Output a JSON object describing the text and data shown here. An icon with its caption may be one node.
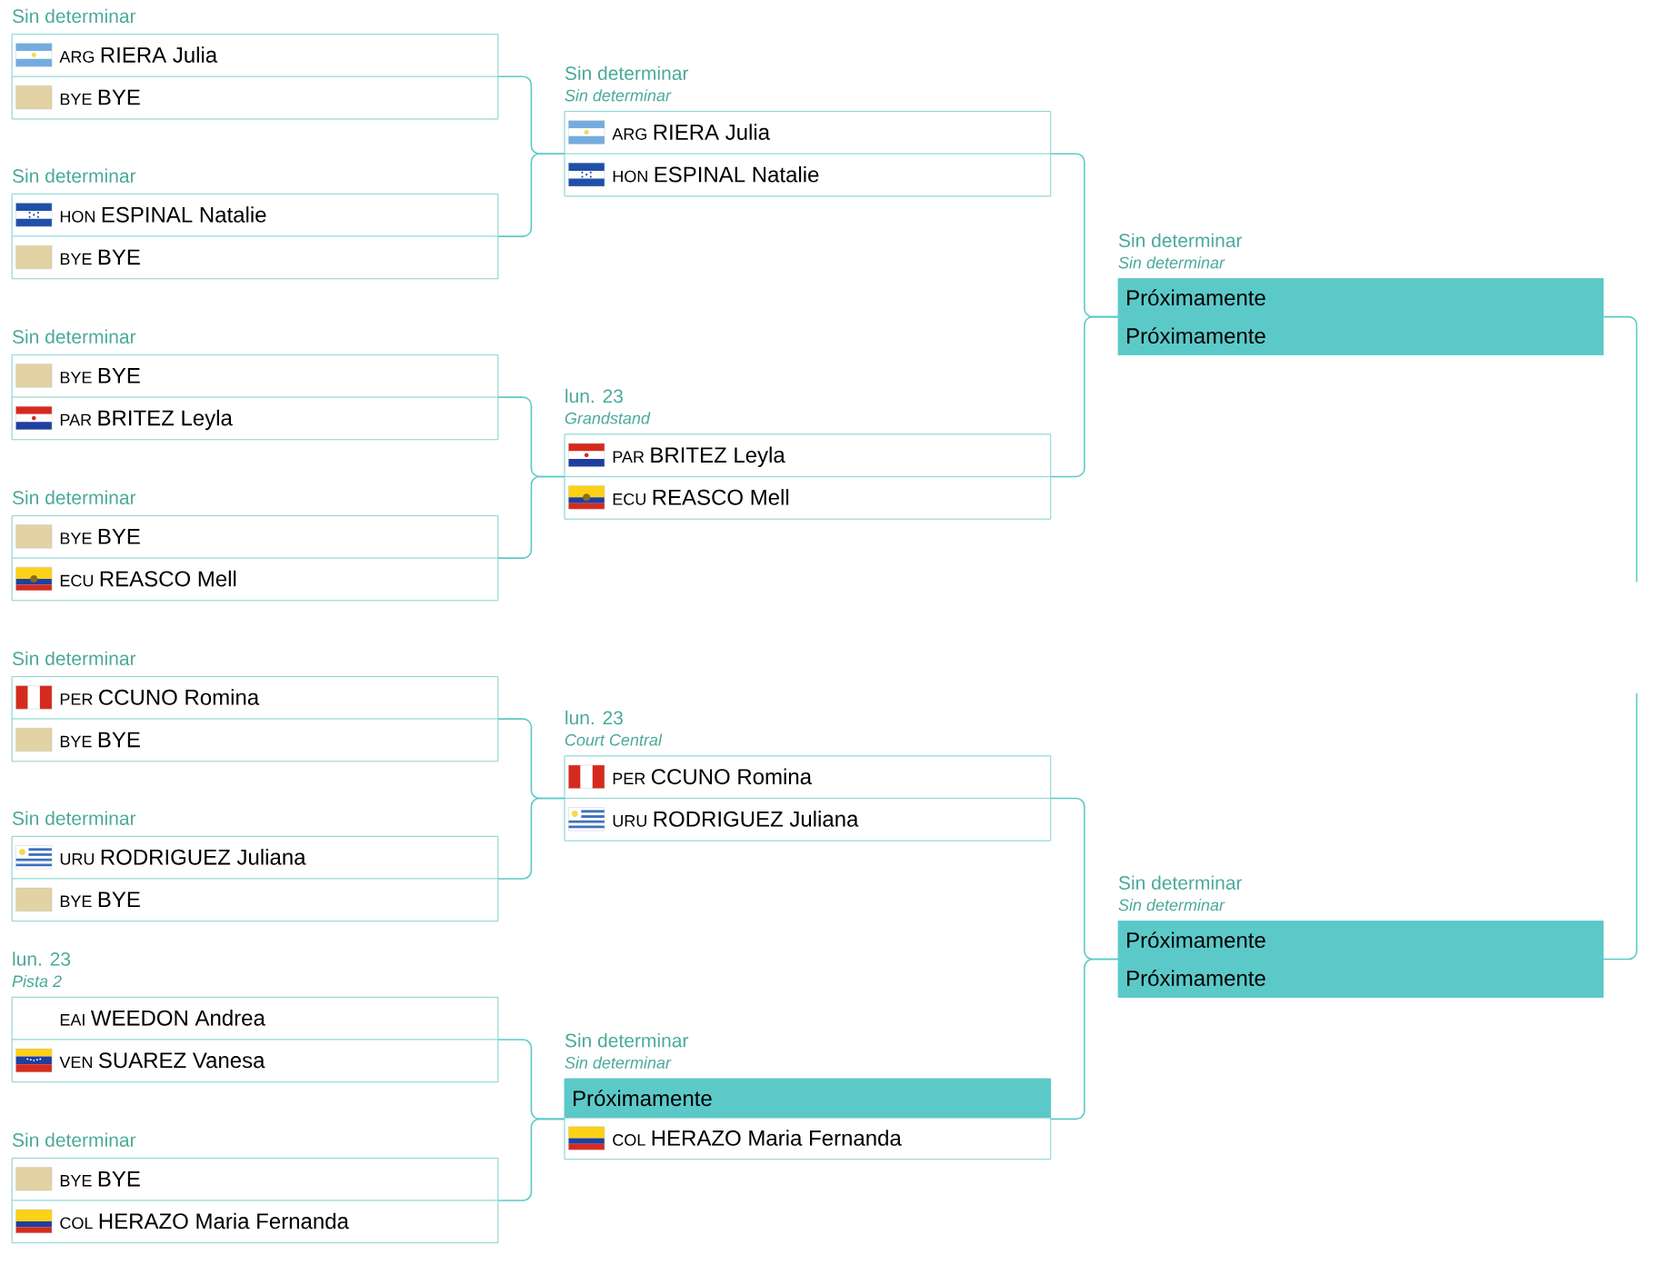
{
  "diagram": {
    "nodes": [
      {
        "text": [
          "Sin determinar"
        ]
      },
      {
        "text": [
          "ARG",
          "RIERA Julia"
        ],
        "in": 0
      },
      {
        "text": [
          "BYE",
          "BYE"
        ],
        "in": 0
      },
      {
        "text": [
          "Sin determinar"
        ]
      },
      {
        "text": [
          "HON",
          "ESPINAL Natalie"
        ],
        "in": 3
      },
      {
        "text": [
          "BYE",
          "BYE"
        ],
        "in": 3
      },
      {
        "text": [
          "Sin determinar"
        ]
      },
      {
        "text": [
          "BYE",
          "BYE"
        ],
        "in": 6
      },
      {
        "text": [
          "PAR",
          "BRITEZ Leyla"
        ],
        "in": 6
      },
      {
        "text": [
          "Sin determinar"
        ]
      },
      {
        "text": [
          "BYE",
          "BYE"
        ],
        "in": 9
      },
      {
        "text": [
          "ECU",
          "REASCO Mell"
        ],
        "in": 9
      },
      {
        "text": [
          "Sin determinar"
        ]
      },
      {
        "text": [
          "PER",
          "CCUNO Romina"
        ],
        "in": 12
      },
      {
        "text": [
          "BYE",
          "BYE"
        ],
        "in": 12
      },
      {
        "text": [
          "Sin determinar"
        ]
      },
      {
        "text": [
          "URU",
          "RODRIGUEZ Juliana"
        ],
        "in": 15
      },
      {
        "text": [
          "BYE",
          "BYE"
        ],
        "in": 15
      },
      {
        "text": [
          "lun. 23",
          "Pista 2"
        ]
      },
      {
        "text": [
          "EAI",
          "WEEDON Andrea"
        ],
        "in": 18
      },
      {
        "text": [
          "VEN",
          "SUAREZ Vanesa"
        ],
        "in": 18
      },
      {
        "text": [
          "Sin determinar"
        ]
      },
      {
        "text": [
          "BYE",
          "BYE"
        ],
        "in": 21
      },
      {
        "text": [
          "COL",
          "HERAZO Maria Fernanda"
        ],
        "in": 21
      },
      {
        "text": [
          "Sin determinar",
          "Sin determinar"
        ]
      },
      {
        "text": [
          "ARG",
          "RIERA Julia"
        ],
        "in": 24
      },
      {
        "text": [
          "HON",
          "ESPINAL Natalie"
        ],
        "in": 24
      },
      {
        "text": [
          "lun. 23",
          "Grandstand"
        ]
      },
      {
        "text": [
          "PAR",
          "BRITEZ Leyla"
        ],
        "in": 27
      },
      {
        "text": [
          "ECU",
          "REASCO Mell"
        ],
        "in": 27
      },
      {
        "text": [
          "lun. 23",
          "Court Central"
        ]
      },
      {
        "text": [
          "PER",
          "CCUNO Romina"
        ],
        "in": 30
      },
      {
        "text": [
          "URU",
          "RODRIGUEZ Juliana"
        ],
        "in": 30
      },
      {
        "text": [
          "Sin determinar",
          "Sin determinar"
        ]
      },
      {
        "text": [
          "Próximamente"
        ],
        "in": 33
      },
      {
        "text": [
          "COL",
          "HERAZO Maria Fernanda"
        ],
        "in": 33
      },
      {
        "text": [
          "Sin determinar",
          "Sin determinar"
        ]
      },
      {
        "text": [
          "Próximamente"
        ],
        "in": 36
      },
      {
        "text": [
          "Próximamente"
        ],
        "in": 36
      },
      {
        "text": [
          "Sin determinar",
          "Sin determinar"
        ]
      },
      {
        "text": [
          "Próximamente"
        ],
        "in": 39
      },
      {
        "text": [
          "Próximamente"
        ],
        "in": 39
      }
    ],
    "edges": [
      {
        "from": 0,
        "to": 24,
        "arrow": "none"
      },
      {
        "from": 3,
        "to": 24,
        "arrow": "none"
      },
      {
        "from": 6,
        "to": 27,
        "arrow": "none"
      },
      {
        "from": 9,
        "to": 27,
        "arrow": "none"
      },
      {
        "from": 12,
        "to": 30,
        "arrow": "none"
      },
      {
        "from": 15,
        "to": 30,
        "arrow": "none"
      },
      {
        "from": 18,
        "to": 33,
        "arrow": "none"
      },
      {
        "from": 21,
        "to": 33,
        "arrow": "none"
      },
      {
        "from": 24,
        "to": 36,
        "arrow": "none"
      },
      {
        "from": 27,
        "to": 36,
        "arrow": "none"
      },
      {
        "from": 30,
        "to": 39,
        "arrow": "none"
      },
      {
        "from": 33,
        "to": 39,
        "arrow": "none"
      },
      {
        "from": 36,
        "to": null,
        "arrow": "none"
      },
      {
        "from": 39,
        "to": null,
        "arrow": "none"
      }
    ]
  }
}
